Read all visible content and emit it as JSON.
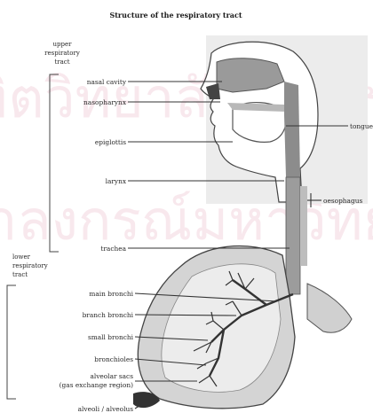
{
  "title": "Structure of the respiratory tract",
  "groups": {
    "upper": [
      "upper",
      "respiratory",
      "tract"
    ],
    "lower": [
      "lower",
      "respiratory",
      "tract"
    ]
  },
  "labels_left": {
    "nasal_cavity": "nasal cavity",
    "nasopharynx": "nasopharynx",
    "epiglottis": "epiglottis",
    "larynx": "larynx",
    "trachea": "trachea",
    "main_bronchi": "main bronchi",
    "branch_bronchi": "branch bronchi",
    "small_bronchi": "small bronchi",
    "bronchioles": "bronchioles",
    "alveolar_sacs": "alveolar sacs",
    "alveolar_sacs_note": "(gas exchange region)",
    "alveoli": "alveoli / alveolus"
  },
  "labels_right": {
    "tongue": "tongue",
    "oesophagus": "oesophagus"
  },
  "watermark": {
    "line1": "บัณฑิตวิทยาลัย จุฬาฯ",
    "line2": "จุฬาลงกรณ์มหาวิทยาลัย"
  },
  "colors": {
    "airway": "#8c8c8c",
    "lung_fill": "#d4d4d4",
    "tissue": "#c2c2c2",
    "dark_region": "#555555",
    "watermark": "#f3d6df"
  }
}
